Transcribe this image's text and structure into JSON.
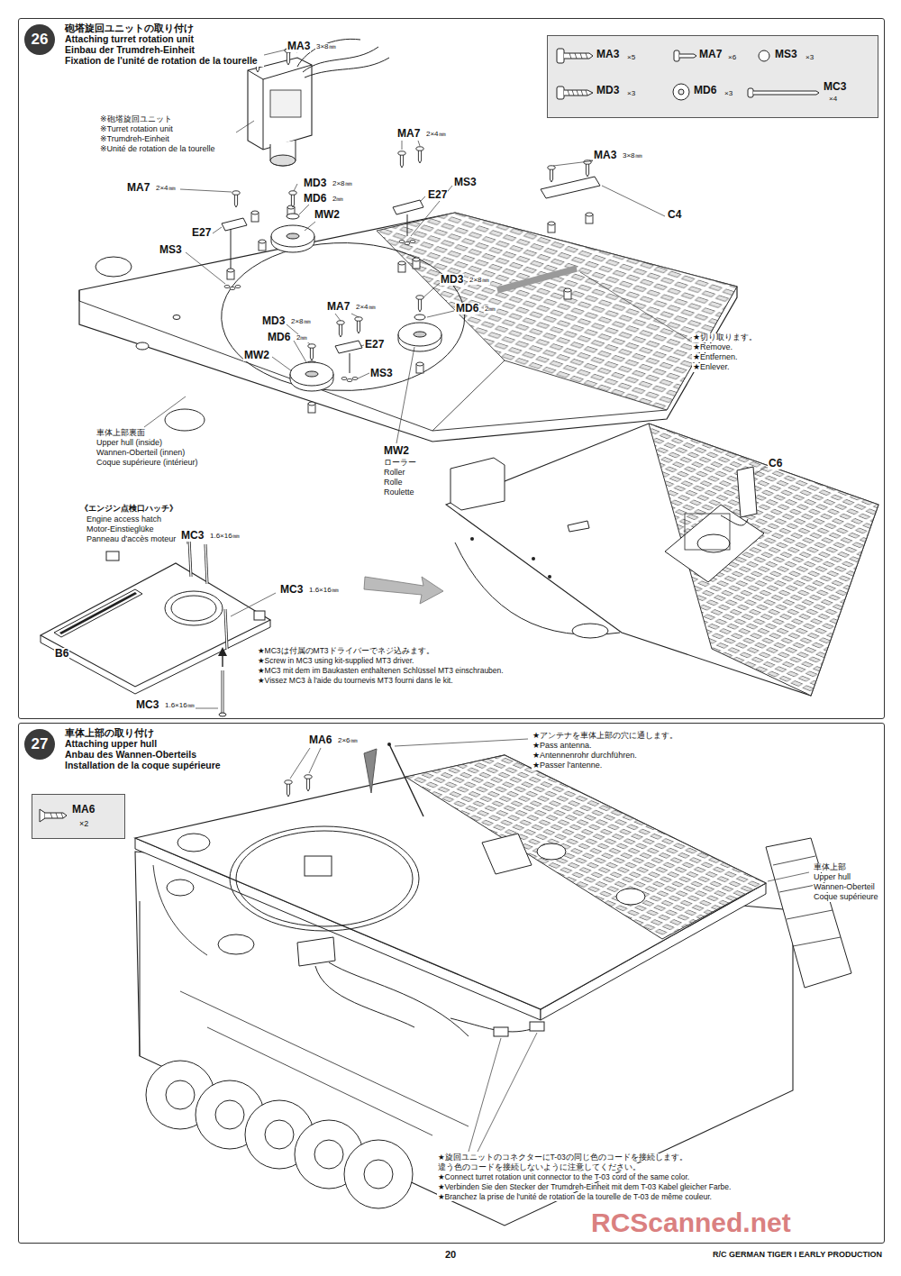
{
  "diagram": {
    "nodes": [
      {
        "text": [
          "砲塔旋回ユニットの取り付け",
          "Attaching turret rotation unit",
          "Einbau der Trumdreh-Einheit",
          "Fixation de l'unité de rotation de la tourelle"
        ]
      },
      {
        "text": [
          "26"
        ],
        "in": 0
      },
      {
        "text": [
          "MA3",
          "×5",
          "MA7",
          "×6",
          "MS3",
          "×3",
          "MD3",
          "×3",
          "MD6",
          "×3",
          "MC3",
          "×4"
        ],
        "in": 0
      },
      {
        "text": [
          "車体上部の取り付け",
          "Attaching upper hull",
          "Anbau des Wannen-Oberteils",
          "Installation de la coque supérieure"
        ]
      },
      {
        "text": [
          "27"
        ],
        "in": 3
      },
      {
        "text": [
          "MA6",
          "×2"
        ],
        "in": 3
      }
    ],
    "labels": [
      "MA3",
      "3×8㎜",
      "※砲塔旋回ユニット",
      "※Turret rotation unit",
      "※Trumdreh-Einheit",
      "※Unité de rotation de la tourelle",
      "MA7",
      "2×4㎜",
      "E27",
      "MS3",
      "MD3",
      "2×8㎜",
      "MD6",
      "2㎜",
      "MW2",
      "MA7",
      "2×4㎜",
      "E27",
      "MS3",
      "MA3",
      "3×8㎜",
      "C4",
      "MD3",
      "2×8㎜",
      "MD6",
      "2㎜",
      "MD3",
      "2×8㎜",
      "MA7",
      "2×4㎜",
      "E27",
      "MD6",
      "2㎜",
      "MW2",
      "MS3",
      "★切り取ります。",
      "★Remove.",
      "★Entfernen.",
      "★Enlever.",
      "車体上部裏面",
      "Upper hull (inside)",
      "Wannen-Oberteil (innen)",
      "Coque supérieure (intérieur)",
      "MW2",
      "ローラー",
      "Roller",
      "Rolle",
      "Roulette",
      "《エンジン点検口ハッチ》",
      "Engine access hatch",
      "Motor-Einstieglüke",
      "Panneau d'accès moteur",
      "MC3",
      "1.6×16㎜",
      "MC3",
      "1.6×16㎜",
      "B6",
      "MC3",
      "1.6×16㎜",
      "★MC3は付属のMT3ドライバーでネジ込みます。",
      "★Screw in MC3 using kit-supplied MT3 driver.",
      "★MC3 mit dem im Baukasten enthaltenen Schlüssel MT3 einschrauben.",
      "★Vissez MC3 à l'aide du tournevis MT3 fourni dans le kit.",
      "C6",
      "MA6",
      "2×6㎜",
      "★アンテナを車体上部の穴に通します。",
      "★Pass antenna.",
      "★Antennenrohr durchführen.",
      "★Passer l'antenne.",
      "車体上部",
      "Upper hull",
      "Wannen-Oberteil",
      "Coque supérieure",
      "★旋回ユニットのコネクターにT-03の同じ色のコードを接続します。",
      "違う色のコードを接続しないように注意してください。",
      "★Connect turret rotation unit connector to the T-03 cord of the same color.",
      "★Verbinden Sie den Stecker der Trumdreh-Einheit mit dem T-03 Kabel gleicher Farbe.",
      "★Branchez la prise de l'unité de rotation de la tourelle de T-03 de même couleur.",
      "20",
      "R/C GERMAN TIGER I EARLY PRODUCTION",
      "RCScanned.net"
    ]
  }
}
